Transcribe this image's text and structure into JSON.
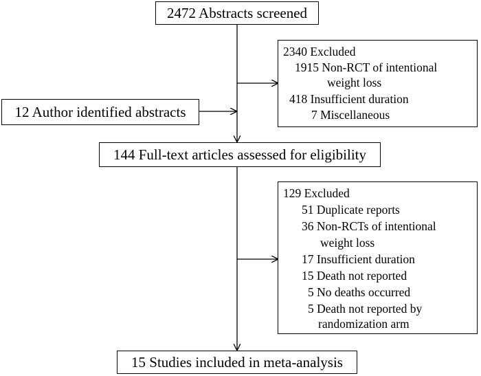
{
  "boxes": {
    "screened": "2472 Abstracts screened",
    "author": "12 Author identified abstracts",
    "fulltext": "144 Full-text articles assessed for eligibility",
    "included": "15 Studies included in meta-analysis"
  },
  "excluded1": {
    "title": "2340 Excluded",
    "items": [
      "1915 Non-RCT of intentional",
      "weight loss",
      "418 Insufficient duration",
      "7 Miscellaneous"
    ]
  },
  "excluded2": {
    "title": "129 Excluded",
    "items": [
      "51 Duplicate reports",
      "36 Non-RCTs of intentional",
      "weight loss",
      "17 Insufficient duration",
      "15 Death not reported",
      "5 No deaths occurred",
      "5 Death not reported by",
      "randomization arm"
    ]
  }
}
